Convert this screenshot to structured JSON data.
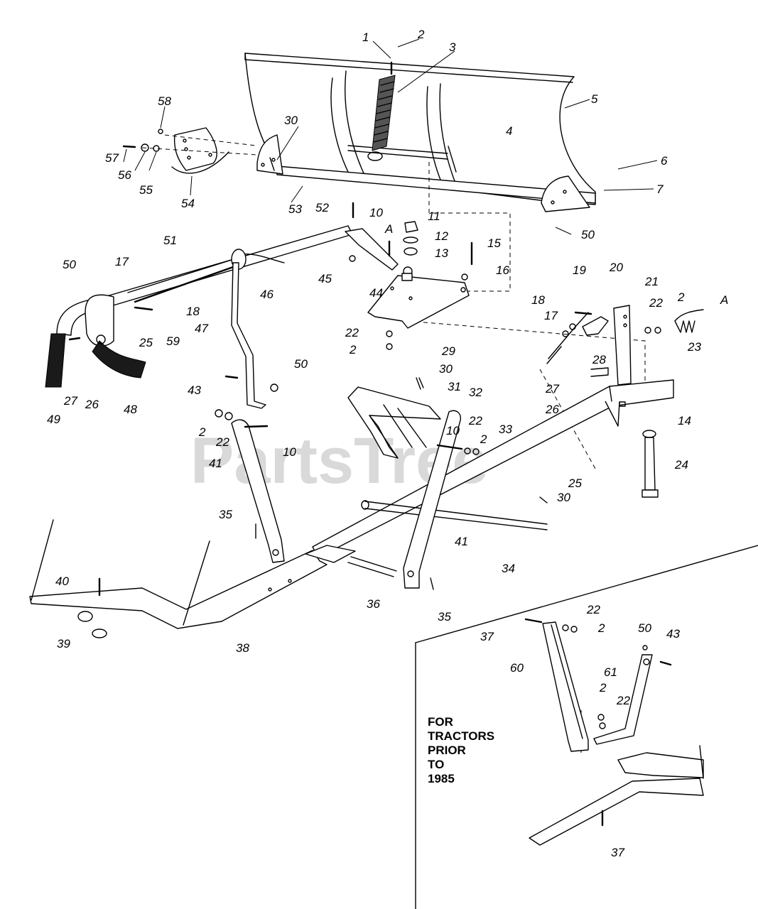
{
  "watermark": {
    "text": "PartsTree",
    "tm": "™"
  },
  "note": {
    "line1": "FOR",
    "line2": "TRACTORS",
    "line3": "PRIOR",
    "line4": "TO",
    "line5": "1985"
  },
  "callouts": {
    "c1": "1",
    "c2a": "2",
    "c3": "3",
    "c4": "4",
    "c5": "5",
    "c6": "6",
    "c7": "7",
    "c58": "58",
    "c30a": "30",
    "c57": "57",
    "c56": "56",
    "c55": "55",
    "c54": "54",
    "c53": "53",
    "c52": "52",
    "c10a": "10",
    "cAa": "A",
    "c11": "11",
    "c12": "12",
    "c13": "13",
    "c15": "15",
    "c50a": "50",
    "c51": "51",
    "c50b": "50",
    "c17a": "17",
    "c18a": "18",
    "c46": "46",
    "c45": "45",
    "c44": "44",
    "c16": "16",
    "c19": "19",
    "c20": "20",
    "c21": "21",
    "c18b": "18",
    "c17b": "17",
    "c22a": "22",
    "c2b": "2",
    "cAb": "A",
    "c23": "23",
    "c59": "59",
    "c47": "47",
    "c25a": "25",
    "c22b": "22",
    "c2c": "2",
    "c29": "29",
    "c49": "49",
    "c27a": "27",
    "c26a": "26",
    "c48": "48",
    "c43a": "43",
    "c50c": "50",
    "c28": "28",
    "c27b": "27",
    "c26b": "26",
    "c30b": "30",
    "c31": "31",
    "c32": "32",
    "c14": "14",
    "c2d": "2",
    "c22c": "22",
    "c10b": "10",
    "c10c": "10",
    "c22d": "22",
    "c2e": "2",
    "c33": "33",
    "c41a": "41",
    "c25b": "25",
    "c24": "24",
    "c35a": "35",
    "c30c": "30",
    "c41b": "41",
    "c34": "34",
    "c40": "40",
    "c36": "36",
    "c35b": "35",
    "c39": "39",
    "c38": "38",
    "c37a": "37",
    "c22e": "22",
    "c2f": "2",
    "c50d": "50",
    "c43b": "43",
    "c60": "60",
    "c61": "61",
    "c2g": "2",
    "c22f": "22",
    "c37b": "37"
  }
}
